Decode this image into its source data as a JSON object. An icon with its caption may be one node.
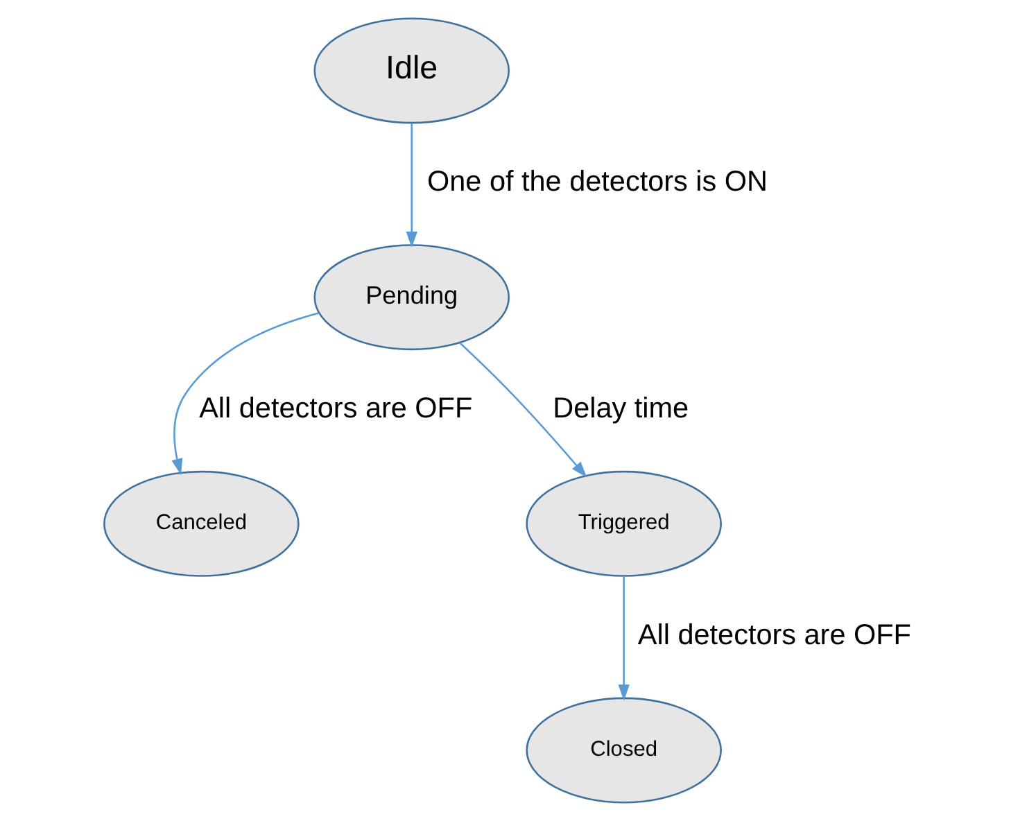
{
  "diagram": {
    "nodes": [
      {
        "text": [
          "Idle"
        ]
      },
      {
        "text": [
          "Pending"
        ]
      },
      {
        "text": [
          "Canceled"
        ]
      },
      {
        "text": [
          "Triggered"
        ]
      },
      {
        "text": [
          "Closed"
        ]
      }
    ],
    "edges": [
      {
        "from": 0,
        "to": 1,
        "arrow": "to",
        "label": "One of the detectors is ON"
      },
      {
        "from": 1,
        "to": 2,
        "arrow": "to",
        "label": "All detectors are OFF"
      },
      {
        "from": 1,
        "to": 3,
        "arrow": "to",
        "label": "Delay time"
      },
      {
        "from": 3,
        "to": 4,
        "arrow": "to",
        "label": "All detectors are OFF"
      }
    ]
  }
}
